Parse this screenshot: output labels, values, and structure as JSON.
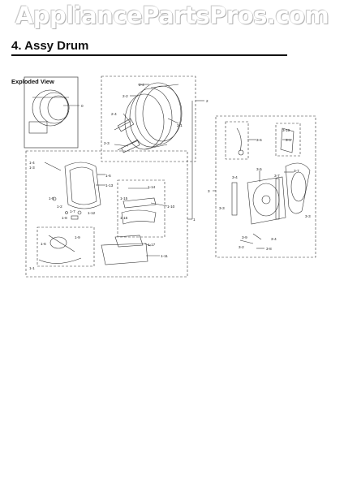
{
  "watermark": "AppliancePartsPros.com",
  "section": {
    "number": "4.",
    "title": "Assy Drum"
  },
  "subtitle": "Exploded View",
  "callouts": {
    "c0": "0",
    "c1": "1",
    "c1_1": "1-1",
    "c1_2": "1-2",
    "c1_3": "1-3",
    "c1_4": "1-4",
    "c1_5": "1-5",
    "c1_6": "1-6",
    "c1_6b": "1-6",
    "c1_7": "1-7",
    "c1_8": "1-8",
    "c1_9": "1-9",
    "c1_10": "1-10",
    "c1_11": "1-11",
    "c1_12": "1-12",
    "c1_13": "1-13",
    "c1_14": "1-14",
    "c1_15": "1-15",
    "c1_16": "1-16",
    "c1_17": "1-17",
    "c1_18": "1-18",
    "c1_19": "1-19",
    "c1_20": "1-20",
    "c2": "2",
    "c2_1": "2-1",
    "c2_2": "2-2",
    "c2_3": "2-3",
    "c2_4": "2-4",
    "c2_4b": "2-4",
    "c3": "3",
    "c3_1": "3-1",
    "c3_2": "3-2",
    "c3_3": "3-3",
    "c3_3b": "3-3",
    "c3_4": "3-4",
    "c3_4b": "3-4",
    "c3_5": "3-5",
    "c3_6": "3-6",
    "c3_7": "3-7",
    "c3_7b": "3-7",
    "c3_8": "3-8",
    "c3_9": "3-9",
    "c3_10": "3-10"
  }
}
